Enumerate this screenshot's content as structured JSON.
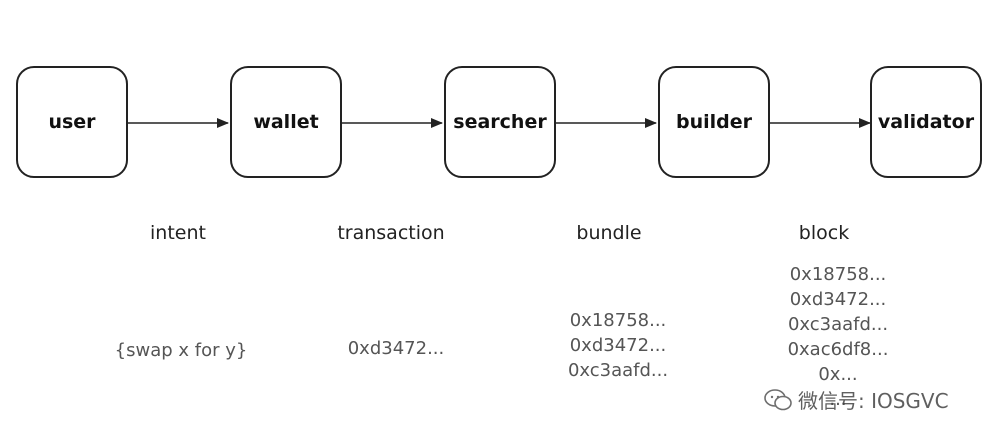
{
  "nodes": [
    {
      "id": "user",
      "label": "user"
    },
    {
      "id": "wallet",
      "label": "wallet"
    },
    {
      "id": "searcher",
      "label": "searcher"
    },
    {
      "id": "builder",
      "label": "builder"
    },
    {
      "id": "validator",
      "label": "validator"
    }
  ],
  "edge_labels": [
    "intent",
    "transaction",
    "bundle",
    "block"
  ],
  "payloads": {
    "intent": [
      "{swap x for y}"
    ],
    "transaction": [
      "0xd3472..."
    ],
    "bundle": [
      "0x18758...",
      "0xd3472...",
      "0xc3aafd..."
    ],
    "block": [
      "0x18758...",
      "0xd3472...",
      "0xc3aafd...",
      "0xac6df8...",
      "0x...",
      "..."
    ]
  },
  "watermark": {
    "text": "微信号: IOSGVC",
    "icon": "wechat-icon"
  },
  "colors": {
    "stroke": "#222222",
    "text": "#111111",
    "muted": "#555555"
  }
}
